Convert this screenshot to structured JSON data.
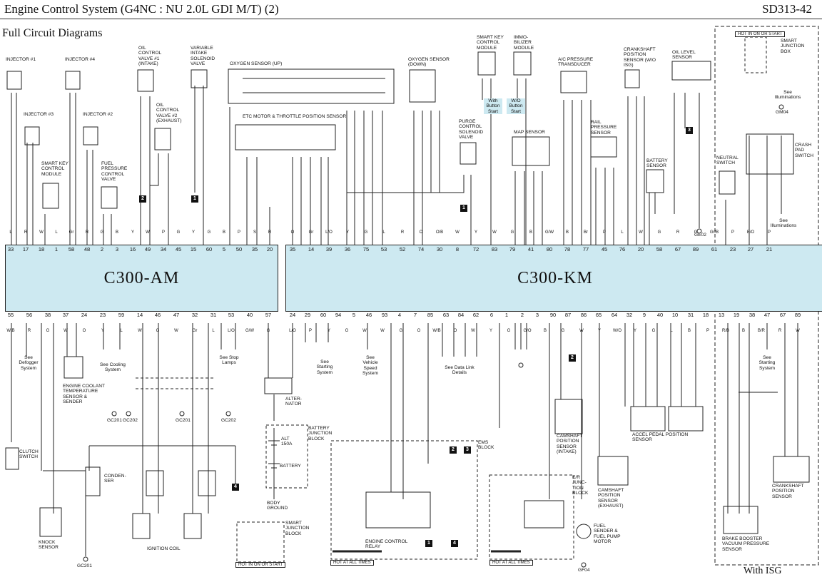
{
  "header": {
    "title": "Engine Control System (G4NC : NU 2.0L GDI M/T) (2)",
    "code": "SD313-42"
  },
  "subtitle": "Full Circuit Diagrams",
  "connectors": {
    "am": "C300-AM",
    "km": "C300-KM"
  },
  "am_top_pins": [
    "33",
    "17",
    "18",
    "1",
    "58",
    "48",
    "2",
    "3",
    "16",
    "49",
    "34",
    "45",
    "15",
    "60",
    "5",
    "50",
    "35",
    "20"
  ],
  "am_top_wires": [
    "L",
    "R",
    "W",
    "L",
    "Gr",
    "R",
    "G",
    "B",
    "Y",
    "W",
    "P",
    "G",
    "Y",
    "G",
    "B",
    "P",
    "S",
    "R"
  ],
  "am_bot_pins": [
    "55",
    "56",
    "38",
    "37",
    "24",
    "23",
    "59",
    "14",
    "46",
    "47",
    "32",
    "31",
    "53",
    "40",
    "57"
  ],
  "am_bot_wires": [
    "W/B",
    "R",
    "G",
    "W",
    "O",
    "Y",
    "L",
    "W",
    "G",
    "W",
    "Gr",
    "L",
    "L/O",
    "G/W",
    "G"
  ],
  "km_top_pins": [
    "35",
    "14",
    "39",
    "36",
    "75",
    "53",
    "52",
    "74",
    "30",
    "8",
    "72",
    "83",
    "79",
    "41",
    "80",
    "78",
    "77",
    "45",
    "76",
    "20",
    "58",
    "67",
    "89",
    "61",
    "23",
    "27",
    "21"
  ],
  "km_top_wires": [
    "O",
    "Gr",
    "L/O",
    "Y",
    "G",
    "L",
    "R",
    "O",
    "O/B",
    "W",
    "Y",
    "W",
    "G",
    "B",
    "G/W",
    "B",
    "Br",
    "P",
    "L",
    "W",
    "G",
    "R",
    "G",
    "Gr/B",
    "P",
    "B/O",
    "P"
  ],
  "km_bot_pins": [
    "24",
    "29",
    "60",
    "94",
    "5",
    "46",
    "93",
    "4",
    "7",
    "85",
    "63",
    "84",
    "62",
    "6",
    "1",
    "2",
    "3",
    "90",
    "87",
    "86",
    "65",
    "64",
    "32",
    "9",
    "40",
    "10",
    "31",
    "18",
    "13",
    "19",
    "38",
    "47",
    "67",
    "89"
  ],
  "km_bot_wires": [
    "L/O",
    "P",
    "Y",
    "G",
    "W",
    "W",
    "G",
    "O",
    "W/B",
    "O",
    "W",
    "Y",
    "G",
    "G/O",
    "B",
    "G",
    "W",
    "Y",
    "W/O",
    "Y",
    "G",
    "L",
    "B",
    "P",
    "R/B",
    "B",
    "B/R",
    "R",
    "W"
  ],
  "components": {
    "injector1": "INJECTOR #1",
    "injector4": "INJECTOR #4",
    "injector3": "INJECTOR #3",
    "injector2": "INJECTOR #2",
    "ocv1": "OIL CONTROL VALVE #1 (INTAKE)",
    "ocv2": "OIL CONTROL VALVE #2 (EXHAUST)",
    "vis": "VARIABLE INTAKE SOLENOID VALVE",
    "smart_key_cm": "SMART KEY CONTROL MODULE",
    "fpcv": "FUEL PRESSURE CONTROL VALVE",
    "o2_up": "OXYGEN SENSOR (UP)",
    "etc": "ETC MOTOR & THROTTLE POSITION SENSOR",
    "o2_down": "OXYGEN SENSOR (DOWN)",
    "purge": "PURGE CONTROL SOLENOID VALVE",
    "skm": "SMART KEY CONTROL MODULE",
    "immo": "IMMO- BILIZER MODULE",
    "with_button": "With Button Start",
    "wo_button": "W/O Button Start",
    "map": "MAP SENSOR",
    "ac": "A/C PRESSURE TRANSDUCER",
    "rail": "RAIL PRESSURE SENSOR",
    "ckp_wo": "CRANKSHAFT POSITION SENSOR (W/O ISG)",
    "oil_level": "OIL LEVEL SENSOR",
    "battery_sensor": "BATTERY SENSOR",
    "sjb": "SMART JUNCTION BOX",
    "hot_in_on_or_start": "HOT IN ON OR START",
    "neutral": "NEUTRAL SWITCH",
    "crash": "CRASH PAD SWITCH",
    "see_illum": "See Illuminations",
    "see_illum2": "See Illuminations",
    "ect": "ENGINE COOLANT TEMPERATURE SENSOR & SENDER",
    "see_defogger": "See Defogger System",
    "see_cooling": "See Cooling System",
    "see_stop": "See Stop Lamps",
    "alternator": "ALTER- NATOR",
    "see_starting": "See Starting System",
    "see_vss": "See Vehicle Speed System",
    "see_dld": "See Data Link Details",
    "see_starting2": "See Starting System",
    "cmp_intake": "CAMSHAFT POSITION SENSOR (INTAKE)",
    "cmp_exhaust": "CAMSHAFT POSITION SENSOR (EXHAUST)",
    "accel": "ACCEL PEDAL POSITION SENSOR",
    "ckp": "CRANKSHAFT POSITION SENSOR",
    "clutch": "CLUTCH SWITCH",
    "condenser": "CONDEN- SER",
    "knock": "KNOCK SENSOR",
    "ign_coil": "IGNITION COIL",
    "battery_jb": "BATTERY JUNCTION BLOCK",
    "alt_fuse": "ALT 150A",
    "battery": "BATTERY",
    "body_ground": "BODY GROUND",
    "sjb2": "SMART JUNCTION BLOCK",
    "ems": "EMS BLOCK",
    "ecr": "ENGINE CONTROL RELAY",
    "er_jb": "E/R JUNC- TION BLOCK",
    "fuel": "FUEL SENDER & FUEL PUMP MOTOR",
    "brake": "BRAKE BOOSTER VACUUM PRESSURE SENSOR",
    "hot_at_all_times": "HOT AT ALL TIMES",
    "hot_at_all_times2": "HOT AT ALL TIMES",
    "hot_in_on_or_start2": "HOT IN ON OR START",
    "with_isg": "With ISG"
  },
  "badges": [
    "2",
    "1",
    "1",
    "3",
    "2",
    "4",
    "1",
    "4",
    "2",
    "3"
  ],
  "grounds": [
    "GE02",
    "GC201",
    "GC202",
    "GC201",
    "GC202",
    "GC201",
    "GF04",
    "GM04"
  ]
}
